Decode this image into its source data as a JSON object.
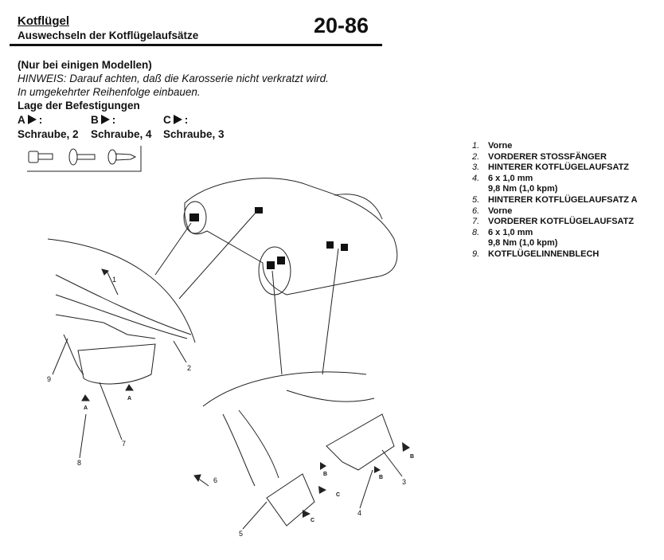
{
  "header": {
    "title": "Kotflügel",
    "subtitle": "Auswechseln der Kotflügelaufsätze",
    "page_number": "20-86"
  },
  "intro": {
    "note_models": "(Nur bei einigen Modellen)",
    "hint": "HINWEIS: Darauf achten, daß die Karosserie nicht verkratzt wird.",
    "reinstall": "In umgekehrter Reihenfolge einbauen.",
    "fasteners_heading": "Lage der Befestigungen"
  },
  "fasteners": [
    {
      "letter": "A",
      "colon": ":",
      "desc": "Schraube, 2"
    },
    {
      "letter": "B",
      "colon": ":",
      "desc": "Schraube, 4"
    },
    {
      "letter": "C",
      "colon": ":",
      "desc": "Schraube, 3"
    }
  ],
  "legend": [
    {
      "num": "1.",
      "text": "Vorne"
    },
    {
      "num": "2.",
      "text": "VORDERER STOSSFÄNGER"
    },
    {
      "num": "3.",
      "text": "HINTERER KOTFLÜGELAUFSATZ"
    },
    {
      "num": "4.",
      "text": "6 x 1,0 mm",
      "text2": "9,8 Nm (1,0 kpm)"
    },
    {
      "num": "5.",
      "text": "HINTERER KOTFLÜGELAUFSATZ A"
    },
    {
      "num": "6.",
      "text": "Vorne"
    },
    {
      "num": "7.",
      "text": "VORDERER KOTFLÜGELAUFSATZ"
    },
    {
      "num": "8.",
      "text": "6 x 1,0 mm",
      "text2": "9,8 Nm (1,0 kpm)"
    },
    {
      "num": "9.",
      "text": "KOTFLÜGELINNENBLECH"
    }
  ],
  "callouts": {
    "c1": "1",
    "c2": "2",
    "c3": "3",
    "c4": "4",
    "c5": "5",
    "c6": "6",
    "c7": "7",
    "c8": "8",
    "c9": "9",
    "a": "A",
    "b": "B",
    "c": "C"
  }
}
